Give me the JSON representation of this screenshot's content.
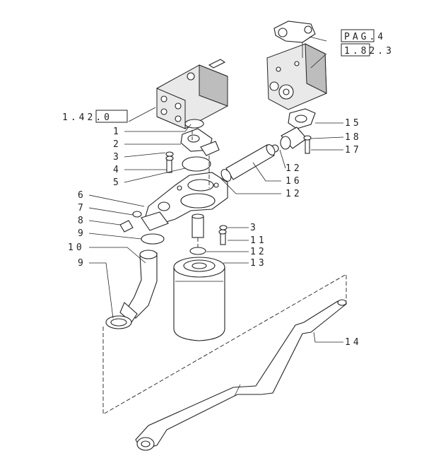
{
  "page_refs": [
    {
      "id": "ref-pag-4",
      "text": "PAG.4"
    },
    {
      "id": "ref-1-82-3",
      "text": "1.82.3"
    },
    {
      "id": "ref-1-42-0",
      "text": "1.42.0"
    }
  ],
  "callouts": {
    "c1": "1",
    "c2": "2",
    "c3a": "3",
    "c4": "4",
    "c5": "5",
    "c6": "6",
    "c7": "7",
    "c8": "8",
    "c9a": "9",
    "c10": "10",
    "c9b": "9",
    "c3b": "3",
    "c11": "11",
    "c12a": "12",
    "c13": "13",
    "c14": "14",
    "c15": "15",
    "c18": "18",
    "c17": "17",
    "c12b": "12",
    "c16": "16",
    "c12c": "12"
  }
}
